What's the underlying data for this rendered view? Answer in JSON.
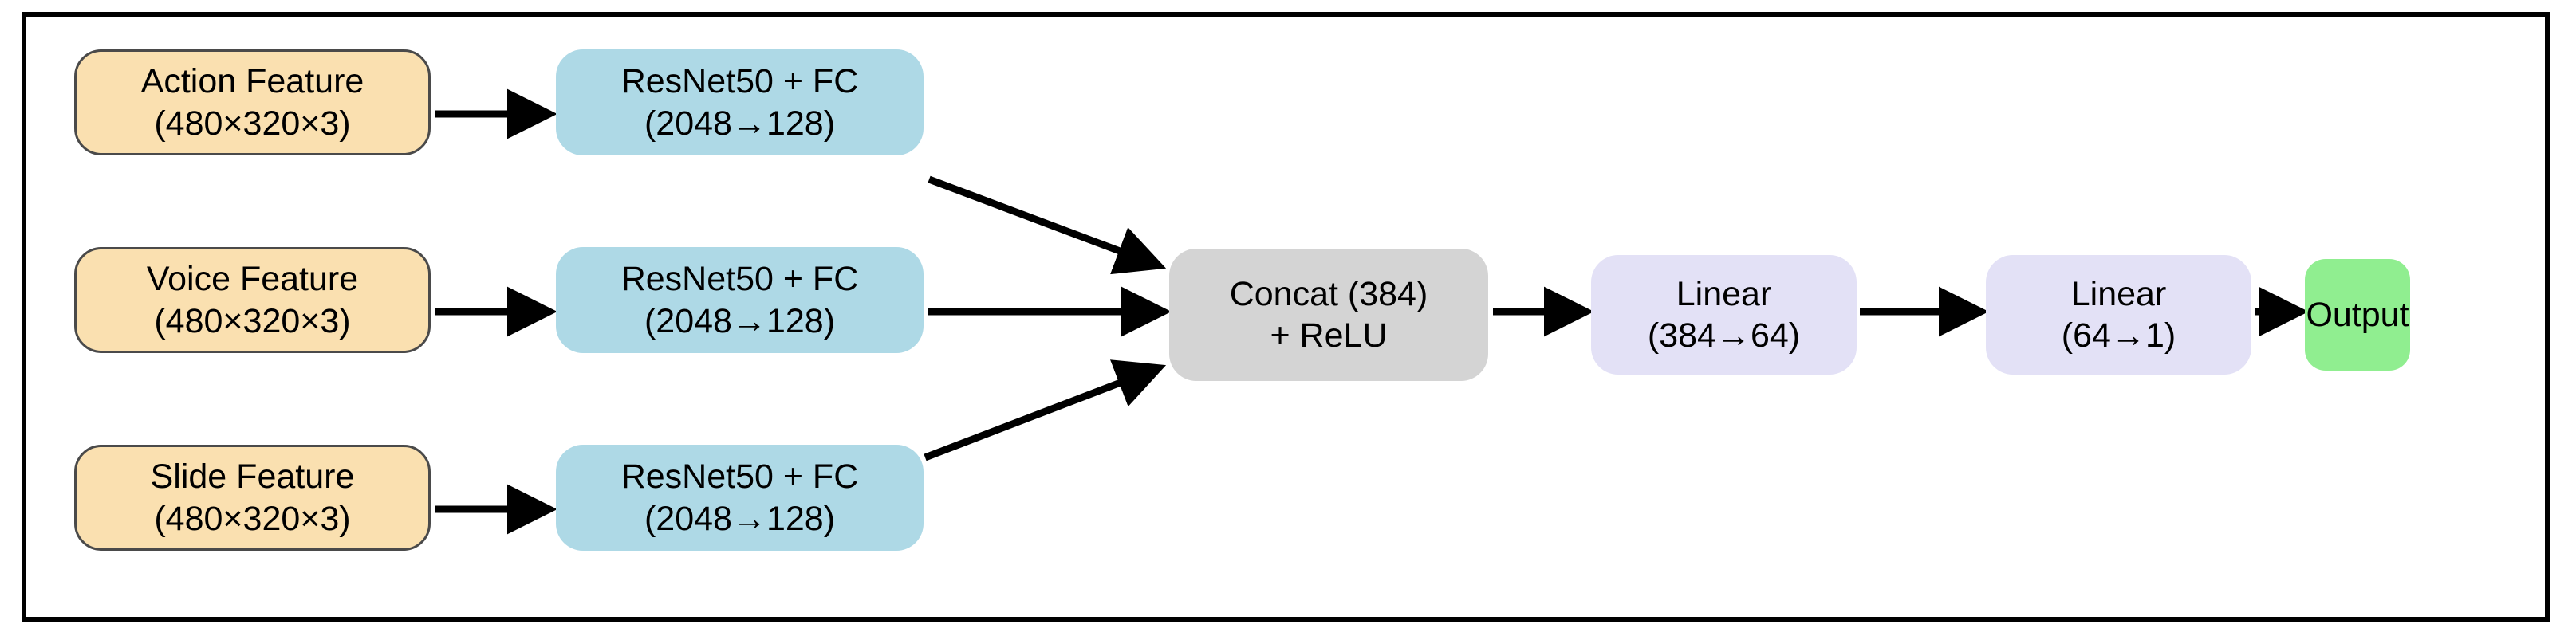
{
  "figure": {
    "kind": "neural-network-architecture-diagram",
    "frame_border_color": "#000000",
    "background_color": "#ffffff"
  },
  "palette": {
    "input_fill": "#fae0b0",
    "input_stroke": "#4a4a4a",
    "encoder_fill": "#aed9e6",
    "concat_fill": "#d4d4d4",
    "linear_fill": "#e3e1f6",
    "output_fill": "#90ee90",
    "arrow_color": "#000000"
  },
  "nodes": {
    "action_feature": {
      "line1": "Action Feature",
      "line2": "(480×320×3)"
    },
    "voice_feature": {
      "line1": "Voice Feature",
      "line2": "(480×320×3)"
    },
    "slide_feature": {
      "line1": "Slide Feature",
      "line2": "(480×320×3)"
    },
    "action_encoder": {
      "line1": "ResNet50 + FC",
      "line2": "(2048→128)"
    },
    "voice_encoder": {
      "line1": "ResNet50 + FC",
      "line2": "(2048→128)"
    },
    "slide_encoder": {
      "line1": "ResNet50 + FC",
      "line2": "(2048→128)"
    },
    "concat": {
      "line1": "Concat (384)",
      "line2": "+ ReLU"
    },
    "linear1": {
      "line1": "Linear",
      "line2": "(384→64)"
    },
    "linear2": {
      "line1": "Linear",
      "line2": "(64→1)"
    },
    "output": {
      "line1": "Output"
    }
  },
  "edges": [
    {
      "id": "action-to-action-encoder",
      "from": "action_feature",
      "to": "action_encoder",
      "style": "straight-horizontal"
    },
    {
      "id": "voice-to-voice-encoder",
      "from": "voice_feature",
      "to": "voice_encoder",
      "style": "straight-horizontal"
    },
    {
      "id": "slide-to-slide-encoder",
      "from": "slide_feature",
      "to": "slide_encoder",
      "style": "straight-horizontal"
    },
    {
      "id": "action-encoder-to-concat",
      "from": "action_encoder",
      "to": "concat",
      "style": "diagonal-down"
    },
    {
      "id": "voice-encoder-to-concat",
      "from": "voice_encoder",
      "to": "concat",
      "style": "straight-horizontal"
    },
    {
      "id": "slide-encoder-to-concat",
      "from": "slide_encoder",
      "to": "concat",
      "style": "diagonal-up"
    },
    {
      "id": "concat-to-linear1",
      "from": "concat",
      "to": "linear1",
      "style": "straight-horizontal"
    },
    {
      "id": "linear1-to-linear2",
      "from": "linear1",
      "to": "linear2",
      "style": "straight-horizontal"
    },
    {
      "id": "linear2-to-output",
      "from": "linear2",
      "to": "output",
      "style": "straight-horizontal"
    }
  ]
}
